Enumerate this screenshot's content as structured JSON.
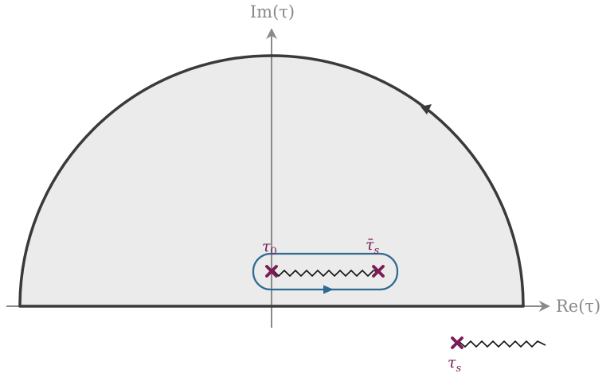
{
  "axes": {
    "x_label": "Re(τ)",
    "y_label": "Im(τ)"
  },
  "points": {
    "tau0": {
      "label": "τ",
      "sub": "0"
    },
    "tau_s_bar": {
      "label": "τ̄",
      "sub": "s"
    },
    "tau_s": {
      "label": "τ",
      "sub": "s"
    }
  },
  "colors": {
    "region_fill": "#ebebeb",
    "contour_stroke": "#3a3a3a",
    "axis": "#8a8a8a",
    "marker": "#7a1c57",
    "loop": "#2e6a94",
    "branch_cut": "#111111"
  }
}
